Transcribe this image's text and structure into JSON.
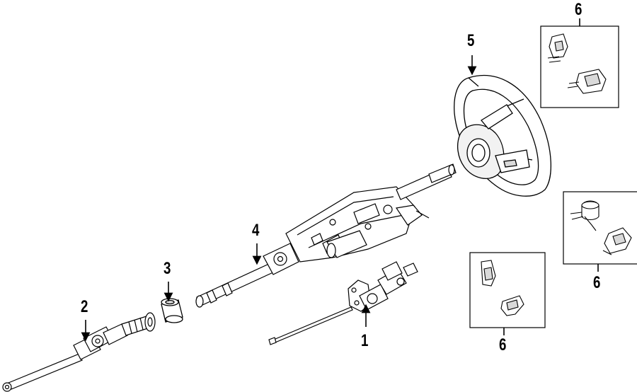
{
  "diagram": {
    "parts": [
      {
        "id": "intermediate-shaft",
        "callout": "1"
      },
      {
        "id": "lower-shaft",
        "callout": "2"
      },
      {
        "id": "shaft-bushing",
        "callout": "3"
      },
      {
        "id": "steering-column",
        "callout": "4"
      },
      {
        "id": "steering-wheel",
        "callout": "5"
      },
      {
        "id": "switch-group-top",
        "callout": "6"
      },
      {
        "id": "switch-group-right",
        "callout": "6"
      },
      {
        "id": "switch-group-bottom",
        "callout": "6"
      }
    ],
    "colors": {
      "line": "#000000",
      "fill": "#ffffff",
      "shade": "#d9d9d9"
    }
  }
}
